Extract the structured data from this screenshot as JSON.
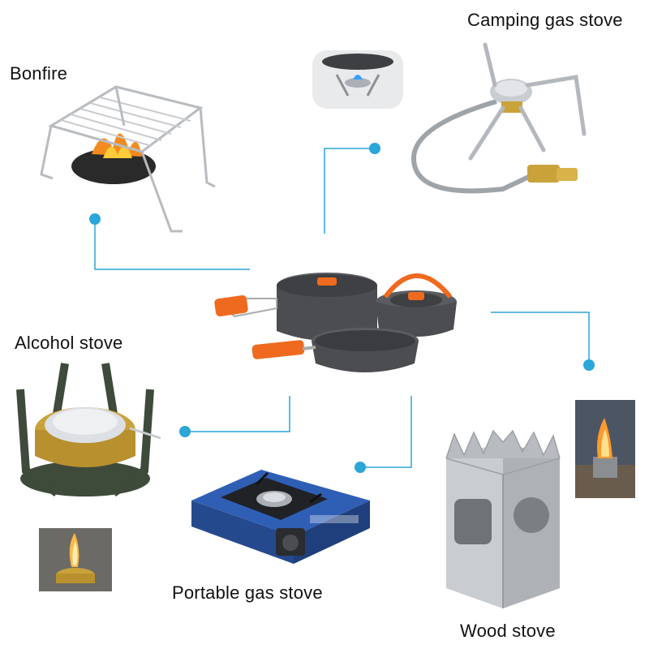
{
  "labels": {
    "bonfire": "Bonfire",
    "camping_gas_stove": "Camping gas stove",
    "alcohol_stove": "Alcohol stove",
    "portable_gas_stove": "Portable gas stove",
    "wood_stove": "Wood stove"
  },
  "colors": {
    "connector": "#2aa6d9",
    "accent_handle": "#ef6a1f",
    "cookware": "#4b4d50",
    "steel": "#c9ccd0",
    "stove_blue": "#2f5fb5",
    "brass": "#c9a23a"
  }
}
